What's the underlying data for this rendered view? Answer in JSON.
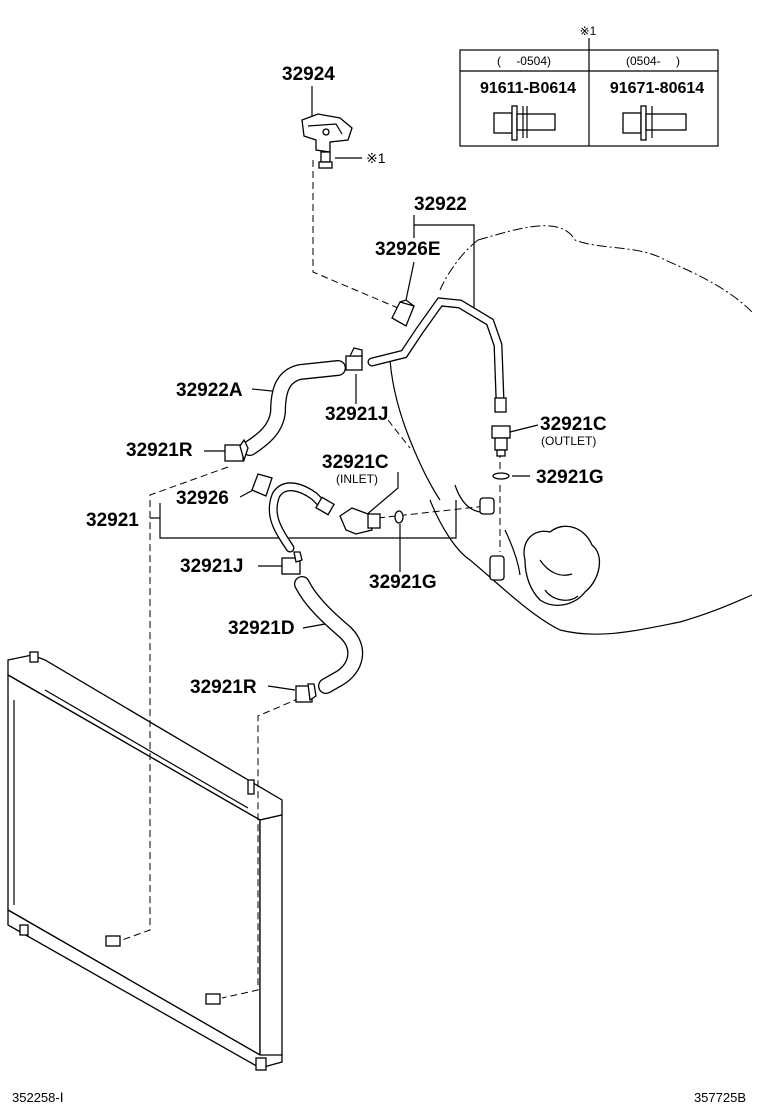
{
  "table": {
    "note_mark": "※1",
    "col1_header": "(　 -0504)",
    "col2_header": "(0504-　 )",
    "col1_part": "91611-B0614",
    "col2_part": "91671-80614"
  },
  "labels": {
    "p32924": "32924",
    "bolt_note": "※1",
    "p32922": "32922",
    "p32926E": "32926E",
    "p32922A": "32922A",
    "p32921J_top": "32921J",
    "p32921C_outlet": "32921C",
    "outlet": "(OUTLET)",
    "p32921R_top": "32921R",
    "p32921C_inlet": "32921C",
    "inlet": "(INLET)",
    "p32921G_right": "32921G",
    "p32926": "32926",
    "p32921": "32921",
    "p32921J_low": "32921J",
    "p32921G_low": "32921G",
    "p32921D": "32921D",
    "p32921R_low": "32921R"
  },
  "footer": {
    "left": "352258-Ⅰ",
    "right": "357725B"
  }
}
